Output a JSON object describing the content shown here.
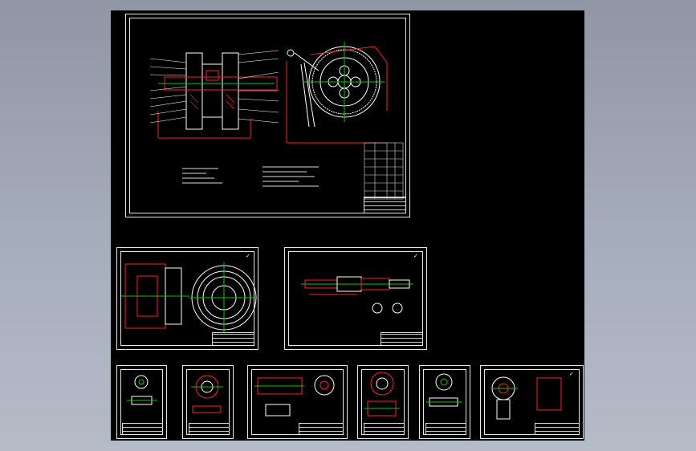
{
  "viewer": {
    "background_gradient": [
      "#8f97a4",
      "#b3bcc7"
    ],
    "canvas_color": "#000000"
  },
  "drawing_colors": {
    "outline": "#ffffff",
    "section": "#ff2020",
    "centerline": "#00cc00",
    "accent": "#ffff00"
  },
  "sheets": [
    {
      "name": "assembly-drawing",
      "label": "",
      "has_title_block": true
    },
    {
      "name": "part-drawing-housing",
      "label": "",
      "has_title_block": true
    },
    {
      "name": "part-drawing-shaft",
      "label": "",
      "has_title_block": true
    },
    {
      "name": "part-drawing-1",
      "label": "",
      "has_title_block": true
    },
    {
      "name": "part-drawing-2",
      "label": "",
      "has_title_block": true
    },
    {
      "name": "part-drawing-3",
      "label": "",
      "has_title_block": true
    },
    {
      "name": "part-drawing-4",
      "label": "",
      "has_title_block": true
    },
    {
      "name": "part-drawing-5",
      "label": "",
      "has_title_block": true
    },
    {
      "name": "part-drawing-6",
      "label": "",
      "has_title_block": true
    }
  ]
}
